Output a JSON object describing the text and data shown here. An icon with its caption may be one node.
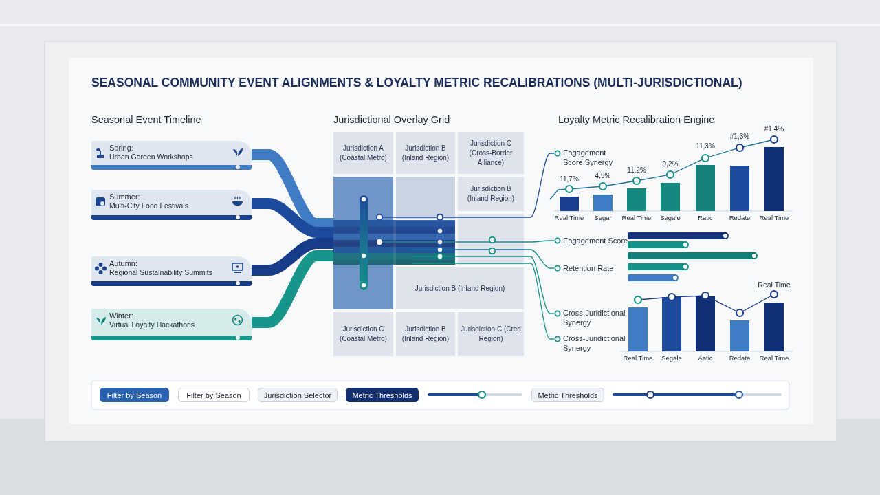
{
  "diagram": {
    "title": "SEASONAL COMMUNITY EVENT ALIGNMENTS & LOYALTY METRIC RECALIBRATIONS (MULTI-JURISDICTIONAL)",
    "nodes": [
      {
        "text": [
          "Spring:",
          "Urban Garden Workshops"
        ]
      },
      {
        "text": [
          "Summer:",
          "Multi-City Food Festivals"
        ]
      },
      {
        "text": [
          "Autumn:",
          "Regional Sustainability Summits"
        ]
      },
      {
        "text": [
          "Winter:",
          "Virtual Loyalty Hackathons"
        ]
      },
      {
        "text": [
          "Jurisdiction A (Coastal Metro)"
        ]
      },
      {
        "text": [
          "Jurisdiction B (Inland Region)"
        ]
      },
      {
        "text": [
          "Jurisdiction C (Cross-Border Alliance)"
        ]
      },
      {
        "text": [],
        "shape": "box"
      },
      {
        "text": [],
        "shape": "box"
      },
      {
        "text": [
          "Jurisdiction B (Inland Region)"
        ]
      },
      {
        "text": [],
        "shape": "box"
      },
      {
        "text": [],
        "shape": "box"
      },
      {
        "text": [
          "Jurisdiction B (Inland Region)"
        ]
      },
      {
        "text": [
          "Jurisdiction C (Coastal Metro)"
        ]
      },
      {
        "text": [
          "Jurisdiction B (Inland Region)"
        ]
      },
      {
        "text": [
          "Jurisdiction C (Cred Region)"
        ]
      },
      {
        "text": [
          "Engagement Score Synergy"
        ]
      },
      {
        "text": [
          "Engagement Score"
        ]
      },
      {
        "text": [
          "Retention Rate"
        ]
      },
      {
        "text": [
          "Cross-Juridictional Synergy"
        ]
      },
      {
        "text": [
          "Cross-Juridictional Synergy"
        ]
      }
    ],
    "edges": [
      {
        "from": 0,
        "to": 7,
        "arrow": "none",
        "style": "thick",
        "color": "#3f7cc4"
      },
      {
        "from": 1,
        "to": 7,
        "arrow": "none",
        "style": "thick",
        "color": "#1d4a9a"
      },
      {
        "from": 2,
        "to": 7,
        "arrow": "none",
        "style": "thick",
        "color": "#173c88"
      },
      {
        "from": 3,
        "to": 7,
        "arrow": "none",
        "style": "thick",
        "color": "#18968b"
      },
      {
        "from": 11,
        "to": 16,
        "arrow": "none",
        "color": "#1f4e9c"
      },
      {
        "from": 11,
        "to": 17,
        "arrow": "none",
        "color": "#1a8f88"
      },
      {
        "from": 11,
        "to": 18,
        "arrow": "none",
        "color": "#1a8f88"
      },
      {
        "from": 11,
        "to": 19,
        "arrow": "none",
        "color": "#1a8f88"
      },
      {
        "from": 11,
        "to": 20,
        "arrow": "none",
        "color": "#1a8f88"
      }
    ],
    "labels": [
      "Seasonal Event Timeline",
      "Jurisdictional Overlay Grid",
      "Loyalty Metric Recalibration Engine",
      "11,7%",
      "4,5%",
      "11,2%",
      "9,2%",
      "11,3%",
      "#1,3%",
      "#1,4%",
      "Real Time",
      "Segar",
      "Real Time",
      "Segale",
      "Ratic",
      "Redate",
      "Real Time",
      "Real Time",
      "Real Time",
      "Segale",
      "Aatic",
      "Redate",
      "Real Time",
      "Filter by Season",
      "Filter by Season",
      "Jurisdiction Selector",
      "Metric Thresholds",
      "Metric Thresholds"
    ]
  }
}
